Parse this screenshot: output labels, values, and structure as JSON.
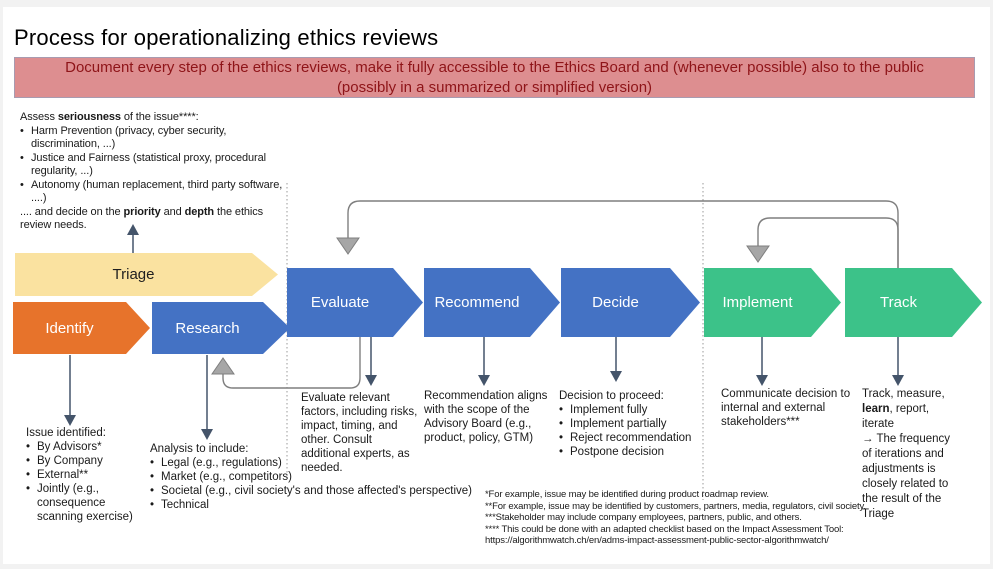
{
  "title": "Process for operationalizing ethics reviews",
  "banner": {
    "text": "Document every step of the ethics reviews, make it fully accessible to the Ethics Board and (whenever possible) also to the public (possibly in a summarized or simplified version)"
  },
  "triage_note": {
    "intro": [
      {
        "t": "Assess ",
        "b": false
      },
      {
        "t": "seriousness",
        "b": true
      },
      {
        "t": " of the issue****:",
        "b": false
      }
    ],
    "bullets": [
      "Harm Prevention (privacy, cyber security, discrimination, ...)",
      "Justice and Fairness (statistical proxy, procedural regularity, ...)",
      "Autonomy (human replacement, third party software, ....)"
    ],
    "outro": [
      {
        "t": ".... and decide on the ",
        "b": false
      },
      {
        "t": "priority",
        "b": true
      },
      {
        "t": " and ",
        "b": false
      },
      {
        "t": "depth",
        "b": true
      },
      {
        "t": " the ethics review needs.",
        "b": false
      }
    ]
  },
  "steps": [
    {
      "id": "triage",
      "label": "Triage",
      "color": "#FAE2A0"
    },
    {
      "id": "identify",
      "label": "Identify",
      "color": "#E7732B"
    },
    {
      "id": "research",
      "label": "Research",
      "color": "#4472C4"
    },
    {
      "id": "evaluate",
      "label": "Evaluate",
      "color": "#4472C4"
    },
    {
      "id": "recommend",
      "label": "Recommend",
      "color": "#4472C4"
    },
    {
      "id": "decide",
      "label": "Decide",
      "color": "#4472C4"
    },
    {
      "id": "implement",
      "label": "Implement",
      "color": "#3CC289"
    },
    {
      "id": "track",
      "label": "Track",
      "color": "#3CC289"
    }
  ],
  "details": {
    "identify": {
      "title": "Issue identified:",
      "bullets": [
        "By Advisors*",
        "By Company",
        "External**",
        "Jointly (e.g., consequence scanning exercise)"
      ]
    },
    "research": {
      "title": "Analysis to include:",
      "bullets": [
        "Legal (e.g., regulations)",
        "Market (e.g., competitors)",
        "Societal (e.g., civil society's and those affected's perspective)",
        "Technical"
      ]
    },
    "evaluate": {
      "text": "Evaluate relevant factors, including risks, impact, timing, and other. Consult additional experts, as needed."
    },
    "recommend": {
      "text": "Recommendation aligns with the scope of the Advisory Board (e.g., product, policy, GTM)"
    },
    "decide": {
      "title": "Decision to proceed:",
      "bullets": [
        "Implement fully",
        "Implement partially",
        "Reject recommendation",
        "Postpone decision"
      ]
    },
    "implement": {
      "text": "Communicate decision to internal and external stakeholders***"
    },
    "track": {
      "intro": [
        {
          "t": "Track, measure, ",
          "b": false
        },
        {
          "t": "learn",
          "b": true
        },
        {
          "t": ", report, iterate",
          "b": false
        }
      ],
      "arrow_note": "→ The frequency of iterations and adjustments is closely related to the result of the Triage"
    }
  },
  "footnotes": [
    "*For example, issue may be identified during product roadmap review.",
    "**For example, issue may be identified by customers, partners, media, regulators, civil society.",
    "***Stakeholder may include company employees, partners, public, and others.",
    "**** This could be done with an adapted checklist based on the Impact Assessment Tool: https://algorithmwatch.ch/en/adms-impact-assessment-public-sector-algorithmwatch/"
  ],
  "colors": {
    "banner_bg": "#DD8E90",
    "banner_text": "#8E1418",
    "triage_yellow": "#FAE2A0",
    "identify_orange": "#E7732B",
    "process_blue": "#4472C4",
    "process_green": "#3CC289",
    "connector_dark": "#44546A",
    "connector_gray": "#7F7F7F",
    "arrowhead_gray": "#A6A6A6",
    "dotted_line": "#999999",
    "body_text": "#1A1A1A"
  }
}
